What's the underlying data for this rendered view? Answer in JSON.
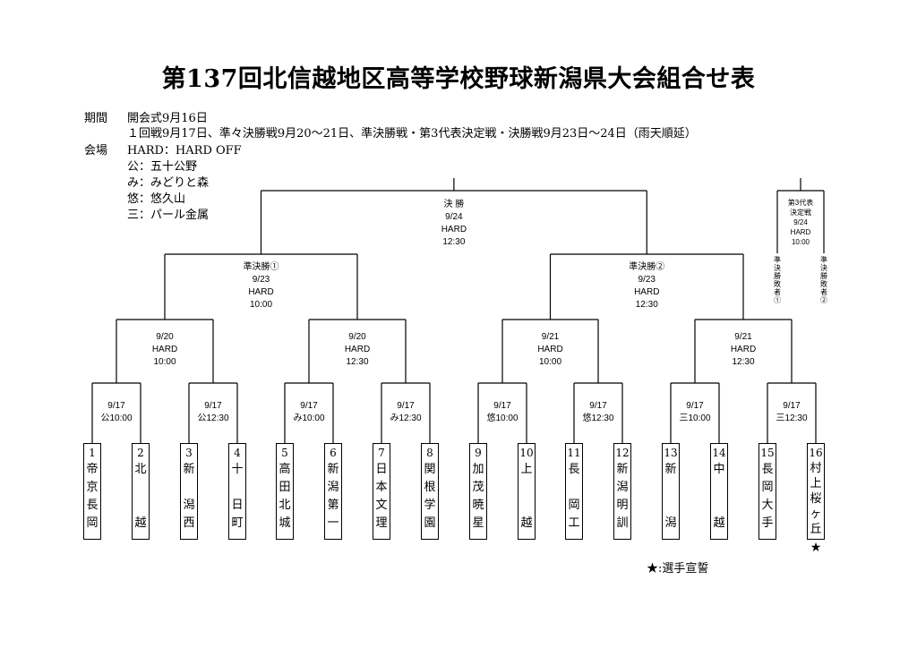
{
  "title": "第137回北信越地区高等学校野球新潟県大会組合せ表",
  "info": {
    "period_label": "期間",
    "period_line1": "開会式9月16日",
    "period_line2": "１回戦9月17日、準々決勝戦9月20～21日、準決勝戦・第3代表決定戦・決勝戦9月23日～24日（雨天順延）",
    "venue_label": "会場",
    "venues": [
      "HARD：HARD OFF",
      "公：五十公野",
      "み：みどりと森",
      "悠：悠久山",
      "三：パール金属"
    ]
  },
  "teams": [
    {
      "num": "1",
      "name": [
        "帝",
        "京",
        "長",
        "岡"
      ]
    },
    {
      "num": "2",
      "name": [
        "北",
        "",
        "",
        "越"
      ]
    },
    {
      "num": "3",
      "name": [
        "新",
        "",
        "潟",
        "西"
      ]
    },
    {
      "num": "4",
      "name": [
        "十",
        "",
        "日",
        "町"
      ]
    },
    {
      "num": "5",
      "name": [
        "高",
        "田",
        "北",
        "城"
      ]
    },
    {
      "num": "6",
      "name": [
        "新",
        "潟",
        "第",
        "一"
      ]
    },
    {
      "num": "7",
      "name": [
        "日",
        "本",
        "文",
        "理"
      ]
    },
    {
      "num": "8",
      "name": [
        "関",
        "根",
        "学",
        "園"
      ]
    },
    {
      "num": "9",
      "name": [
        "加",
        "茂",
        "暁",
        "星"
      ]
    },
    {
      "num": "10",
      "name": [
        "上",
        "",
        "",
        "越"
      ]
    },
    {
      "num": "11",
      "name": [
        "長",
        "",
        "岡",
        "工"
      ]
    },
    {
      "num": "12",
      "name": [
        "新",
        "潟",
        "明",
        "訓"
      ]
    },
    {
      "num": "13",
      "name": [
        "新",
        "",
        "",
        "潟"
      ]
    },
    {
      "num": "14",
      "name": [
        "中",
        "",
        "",
        "越"
      ]
    },
    {
      "num": "15",
      "name": [
        "長",
        "岡",
        "大",
        "手"
      ]
    },
    {
      "num": "16",
      "name": [
        "村",
        "上",
        "桜",
        "ヶ",
        "丘"
      ]
    }
  ],
  "round1": [
    [
      "9/17",
      "公10:00"
    ],
    [
      "9/17",
      "公12:30"
    ],
    [
      "9/17",
      "み10:00"
    ],
    [
      "9/17",
      "み12:30"
    ],
    [
      "9/17",
      "悠10:00"
    ],
    [
      "9/17",
      "悠12:30"
    ],
    [
      "9/17",
      "三10:00"
    ],
    [
      "9/17",
      "三12:30"
    ]
  ],
  "quarterfinals": [
    [
      "9/20",
      "HARD",
      "10:00"
    ],
    [
      "9/20",
      "HARD",
      "12:30"
    ],
    [
      "9/21",
      "HARD",
      "10:00"
    ],
    [
      "9/21",
      "HARD",
      "12:30"
    ]
  ],
  "semifinals": [
    [
      "準決勝①",
      "9/23",
      "HARD",
      "10:00"
    ],
    [
      "準決勝②",
      "9/23",
      "HARD",
      "12:30"
    ]
  ],
  "final": [
    "決 勝",
    "9/24",
    "HARD",
    "12:30"
  ],
  "third_place": {
    "label": [
      "第3代表",
      "決定戦",
      "9/24",
      "HARD",
      "10:00"
    ],
    "left": [
      "準",
      "決",
      "勝",
      "敗",
      "者①"
    ],
    "right": [
      "準",
      "決",
      "勝",
      "敗",
      "者②"
    ]
  },
  "star_team_index": 15,
  "star_symbol": "★",
  "legend": "★:選手宣誓"
}
